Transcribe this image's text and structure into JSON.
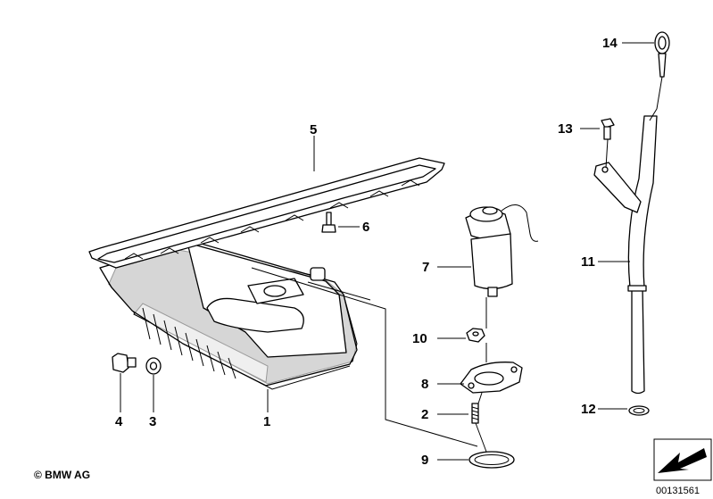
{
  "callouts": {
    "c1": "1",
    "c2": "2",
    "c3": "3",
    "c4": "4",
    "c5": "5",
    "c6": "6",
    "c7": "7",
    "c8": "8",
    "c9": "9",
    "c10": "10",
    "c11": "11",
    "c12": "12",
    "c13": "13",
    "c14": "14"
  },
  "copyright": "© BMW AG",
  "doc_number": "00131561",
  "colors": {
    "line": "#000000",
    "background": "#ffffff"
  }
}
